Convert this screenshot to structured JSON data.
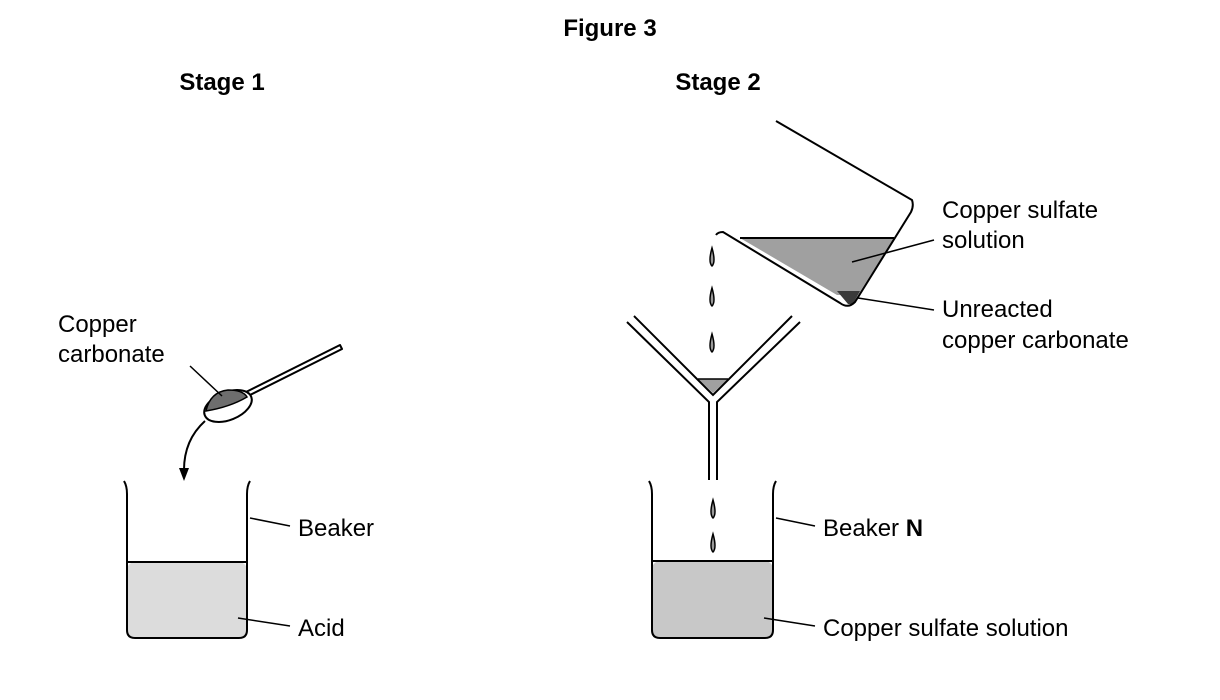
{
  "figure_title": "Figure 3",
  "stage1": {
    "title": "Stage 1",
    "labels": {
      "copper_carbonate_line1": "Copper",
      "copper_carbonate_line2": "carbonate",
      "beaker": "Beaker",
      "acid": "Acid"
    }
  },
  "stage2": {
    "title": "Stage 2",
    "labels": {
      "solution_line1": "Copper sulfate",
      "solution_line2": "solution",
      "unreacted_line1": "Unreacted",
      "unreacted_line2": "copper carbonate",
      "beaker_prefix": "Beaker ",
      "beaker_letter": "N",
      "beaker_solution": "Copper sulfate solution"
    }
  },
  "colors": {
    "acid": "#dcdcdc",
    "copper_sulfate_in_beaker": "#c8c8c8",
    "copper_sulfate_in_pouring_beaker": "#a0a0a0",
    "copper_carbonate": "#6e6e6e",
    "unreacted_solid": "#3a3a3a",
    "drops": "#9a9a9a"
  }
}
